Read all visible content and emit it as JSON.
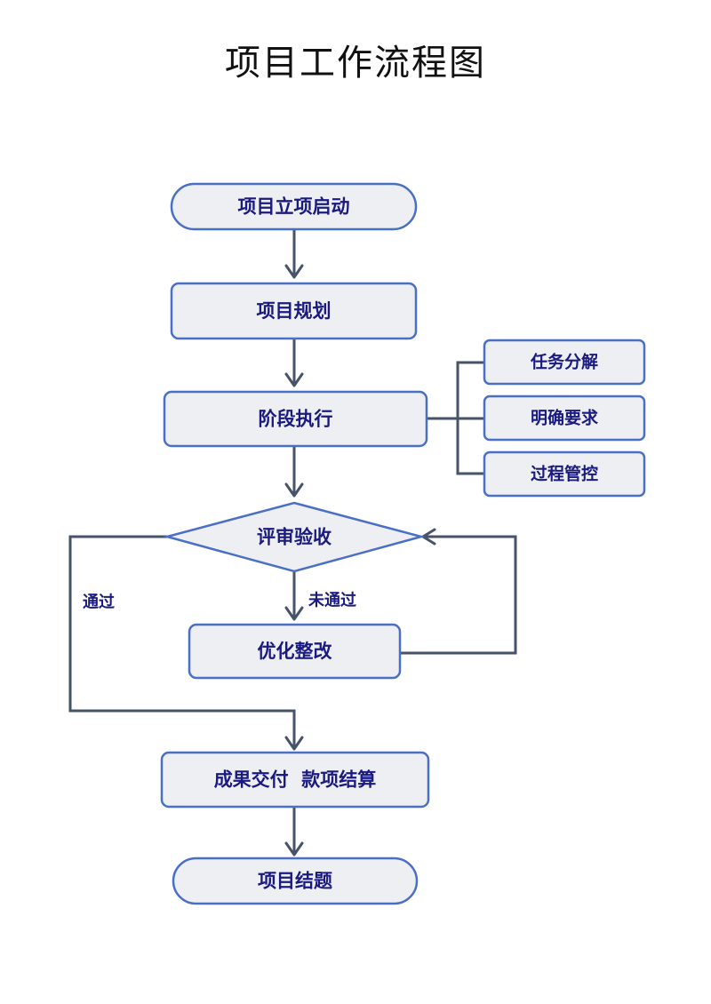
{
  "title": "项目工作流程图",
  "nodes": {
    "start": "项目立项启动",
    "planning": "项目规划",
    "execution": "阶段执行",
    "task_breakdown": "任务分解",
    "clear_requirements": "明确要求",
    "process_control": "过程管控",
    "review": "评审验收",
    "optimize": "优化整改",
    "delivery": "成果交付  款项结算",
    "closure": "项目结题"
  },
  "edge_labels": {
    "pass": "通过",
    "fail": "未通过"
  },
  "colors": {
    "node_fill": "#eeeff2",
    "node_border": "#4a6fc7",
    "node_text": "#1a1a80",
    "connector": "#46536a",
    "title": "#111111"
  }
}
